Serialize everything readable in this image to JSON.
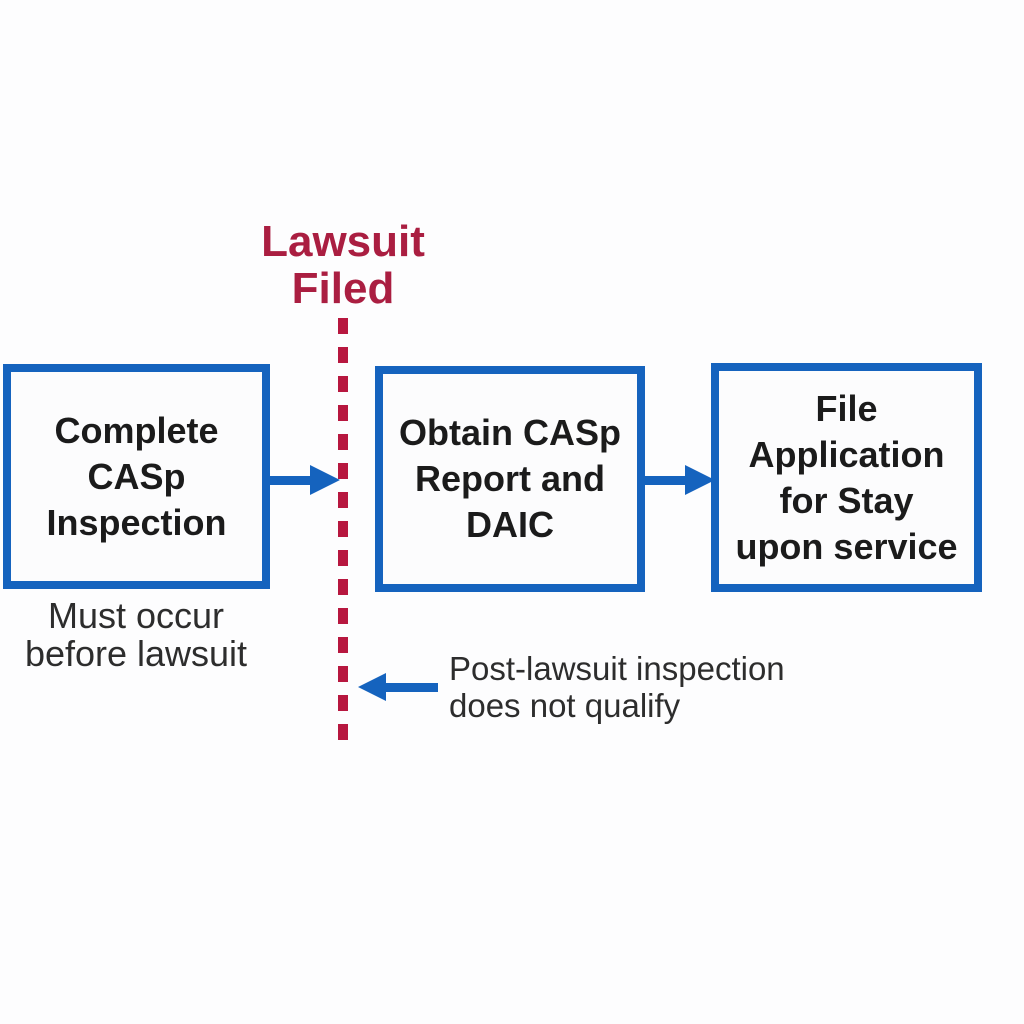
{
  "title": {
    "line1": "Lawsuit",
    "line2": "Filed"
  },
  "steps": [
    {
      "id": "complete-casp-inspection",
      "text": "Complete CASp Inspection",
      "lines": [
        "Complete",
        "CASp",
        "Inspection"
      ]
    },
    {
      "id": "obtain-casp-report-and-daic",
      "text": "Obtain CASp Report and DAIC",
      "lines": [
        "Obtain CASp",
        "Report and",
        "DAIC"
      ]
    },
    {
      "id": "file-application-for-stay",
      "text": "File Application for Stay upon service",
      "lines": [
        "File",
        "Application",
        "for Stay",
        "upon service"
      ]
    }
  ],
  "annotations": {
    "pre_lawsuit_note": {
      "text": "Must occur before lawsuit",
      "line1": "Must occur",
      "line2": "before lawsuit"
    },
    "post_lawsuit_note": {
      "text": "Post-lawsuit inspection does not qualify",
      "line1": "Post-lawsuit inspection",
      "line2": "does not qualify"
    }
  },
  "icons": {
    "arrow_1": "right-arrow",
    "arrow_2": "right-arrow",
    "arrow_3": "left-arrow"
  },
  "colors": {
    "box_border_blue": "#1563be",
    "arrow_blue": "#1563be",
    "dashed_line_crimson": "#b7173f",
    "title_crimson": "#aa1e41",
    "box_text": "#1b1b1b",
    "note_text": "#2d2d2d",
    "background": "#fdfdfe"
  }
}
